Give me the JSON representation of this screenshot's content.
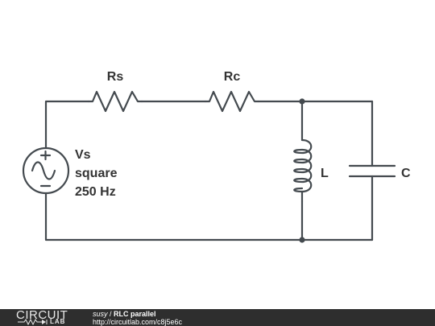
{
  "components": {
    "rs": "Rs",
    "rc": "Rc",
    "source_name": "Vs",
    "source_wave": "square",
    "source_freq": "250 Hz",
    "inductor": "L",
    "capacitor": "C"
  },
  "footer": {
    "logo_top": "CIRCUIT",
    "logo_bottom": "LAB",
    "user": "susy",
    "separator": " / ",
    "title": "RLC parallel",
    "url": "http://circuitlab.com/c8j5e6c"
  }
}
